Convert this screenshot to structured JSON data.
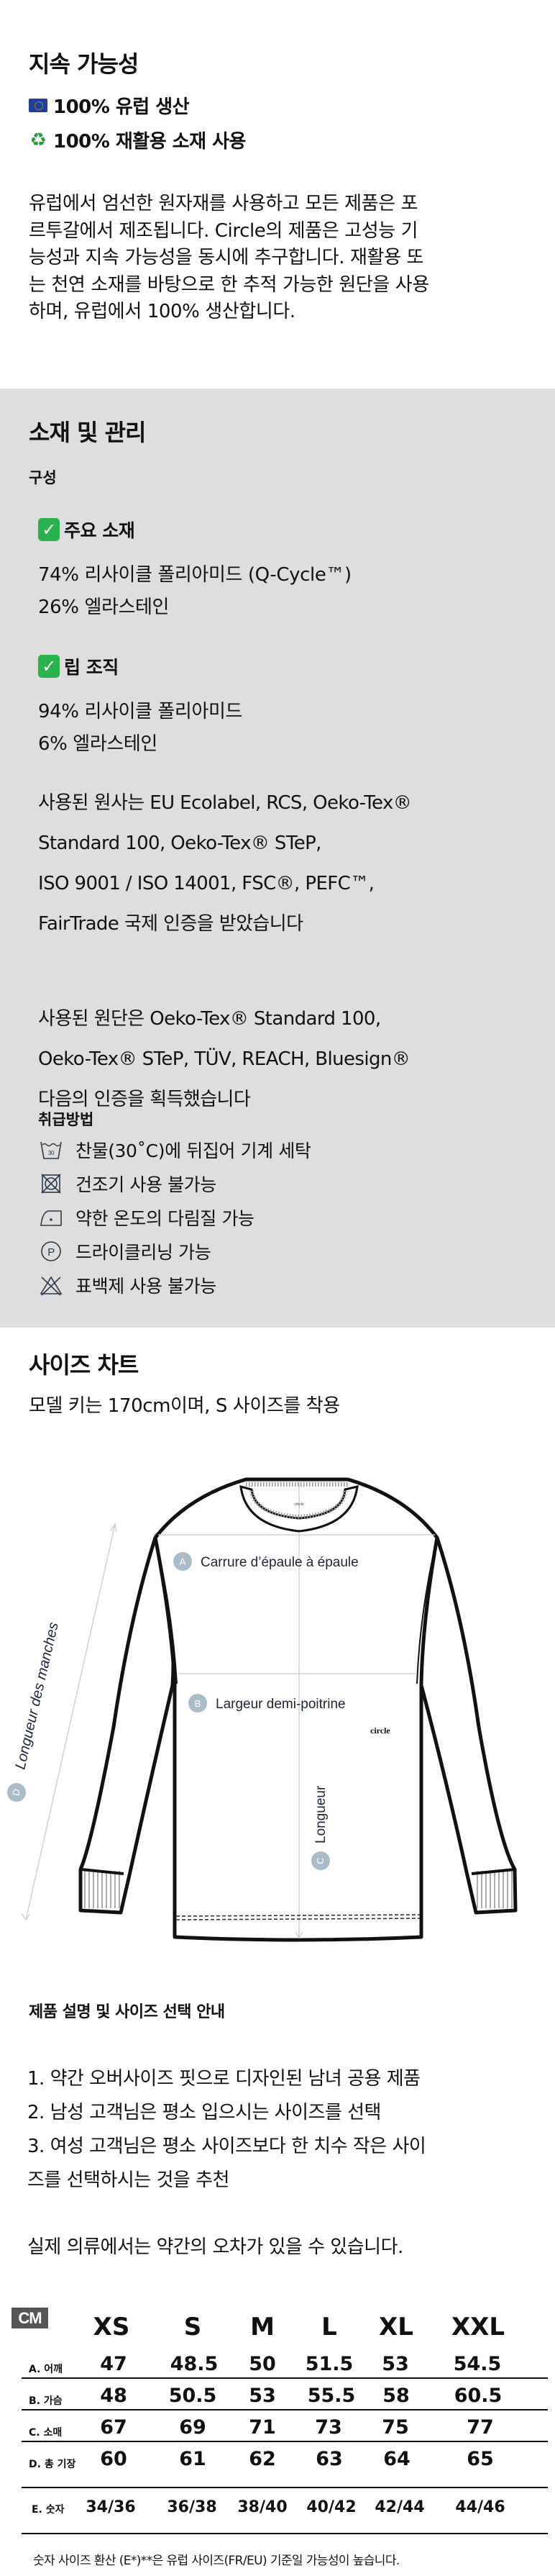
{
  "sustainability": {
    "title": "지속 가능성",
    "badges": [
      {
        "icon": "eu-flag-icon",
        "label": "100% 유럽 생산"
      },
      {
        "icon": "recycle-icon",
        "label": "100% 재활용 소재 사용"
      }
    ],
    "body_lines": [
      "유럽에서 엄선한 원자재를 사용하고 모든 제품은 포",
      "르투갈에서 제조됩니다. Circle의 제품은 고성능 기",
      "능성과 지속 가능성을 동시에 추구합니다. 재활용 또",
      "는 천연 소재를 바탕으로 한 추적 가능한 원단을 사용",
      "하며, 유럽에서 100% 생산합니다."
    ]
  },
  "materials": {
    "title": "소재 및 관리",
    "composition_label": "구성",
    "groups": [
      {
        "check": "✓",
        "title": "주요 소재",
        "lines": [
          "74% 리사이클 폴리아미드 (Q-Cycle™)",
          "26% 엘라스테인"
        ]
      },
      {
        "check": "✓",
        "title": "립 조직",
        "lines": [
          "94% 리사이클 폴리아미드",
          "6% 엘라스테인"
        ]
      }
    ],
    "cert_yarn": [
      "사용된 원사는 EU Ecolabel, RCS, Oeko-Tex®",
      "Standard 100, Oeko-Tex® STeP,",
      "ISO 9001 / ISO 14001, FSC®, PEFC™,",
      "FairTrade 국제 인증을 받았습니다"
    ],
    "cert_fabric": [
      "사용된 원단은 Oeko-Tex® Standard 100,",
      "Oeko-Tex® STeP, TÜV, REACH, Bluesign®",
      "다음의 인증을 획득했습니다"
    ],
    "care_label": "취급방법",
    "care": [
      {
        "icon": "wash-30-icon",
        "label": "찬물(30˚C)에 뒤집어 기계 세탁"
      },
      {
        "icon": "no-tumble-dry-icon",
        "label": "건조기 사용 불가능"
      },
      {
        "icon": "iron-low-icon",
        "label": "약한 온도의 다림질 가능"
      },
      {
        "icon": "dry-clean-p-icon",
        "label": "드라이클리닝 가능"
      },
      {
        "icon": "no-bleach-icon",
        "label": "표백제 사용 불가능"
      }
    ]
  },
  "size_chart": {
    "title": "사이즈 차트",
    "model_note": "모델 키는 170cm이며, S 사이즈를 착용",
    "diagram": {
      "brand": "circle",
      "labels": {
        "A": "Carrure d’épaule à épaule",
        "B": "Largeur demi-poitrine",
        "C": "Longueur",
        "D": "Longueur des manches"
      },
      "line_color": "#c8d3da",
      "marker_color": "#a9bcc8",
      "label_color": "#1c2536"
    },
    "guide_title": "제품 설명 및 사이즈 선택 안내",
    "guide_lines": [
      "1. 약간 오버사이즈 핏으로 디자인된 남녀 공용 제품",
      "2. 남성 고객님은 평소 입으시는 사이즈를 선택",
      "3. 여성 고객님은 평소 사이즈보다 한 치수 작은 사이",
      "즈를 선택하시는 것을 추천"
    ],
    "tolerance_note": "실제 의류에서는 약간의 오차가 있을 수 있습니다.",
    "table": {
      "unit": "CM",
      "sizes": [
        "XS",
        "S",
        "M",
        "L",
        "XL",
        "XXL"
      ],
      "rows": [
        {
          "label": "A. 어깨",
          "values": [
            "47",
            "48.5",
            "50",
            "51.5",
            "53",
            "54.5"
          ]
        },
        {
          "label": "B. 가슴",
          "values": [
            "48",
            "50.5",
            "53",
            "55.5",
            "58",
            "60.5"
          ]
        },
        {
          "label": "C. 소매",
          "values": [
            "67",
            "69",
            "71",
            "73",
            "75",
            "77"
          ]
        },
        {
          "label": "D. 총 기장",
          "values": [
            "60",
            "61",
            "62",
            "63",
            "64",
            "65"
          ]
        },
        {
          "label": "E. 숫자",
          "values": [
            "34/36",
            "36/38",
            "38/40",
            "40/42",
            "42/44",
            "44/46"
          ]
        }
      ]
    },
    "footnote": "숫자 사이즈 환산 (E*)**은 유럽 사이즈(FR/EU) 기준일 가능성이 높습니다."
  }
}
